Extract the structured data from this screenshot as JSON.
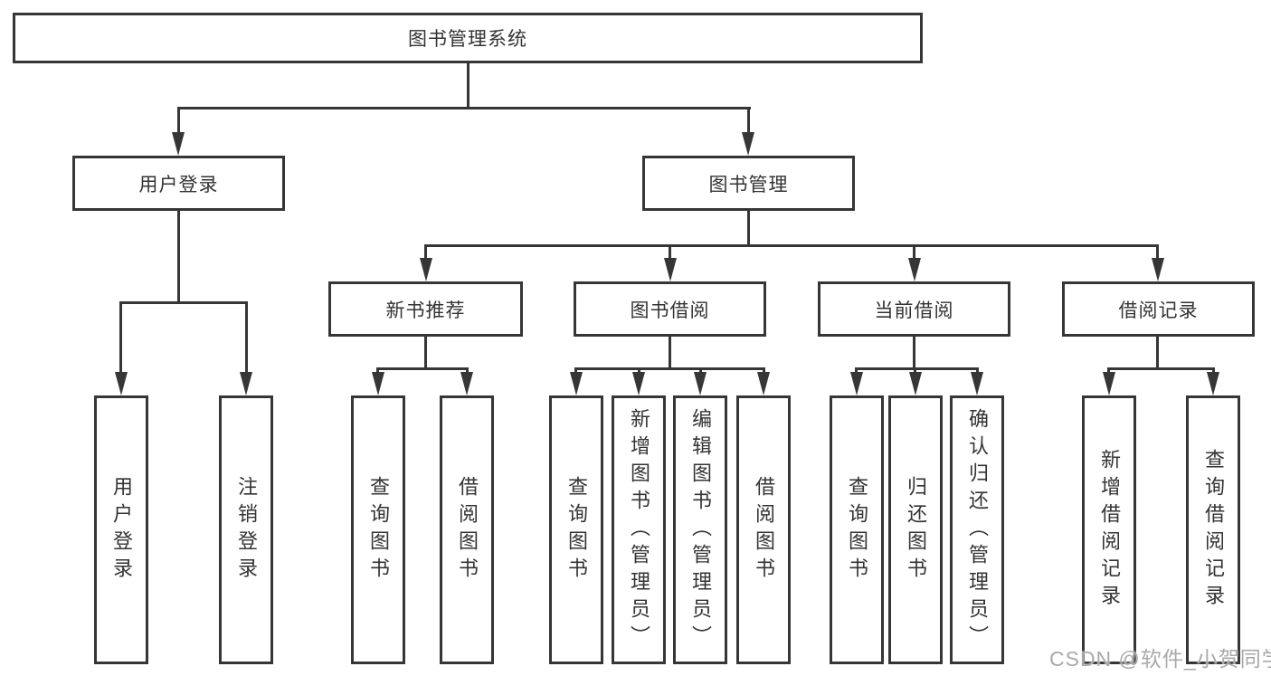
{
  "root": {
    "label": "图书管理系统",
    "children": [
      {
        "label": "用户登录",
        "children": [
          {
            "label": "用户登录"
          },
          {
            "label": "注销登录"
          }
        ]
      },
      {
        "label": "图书管理",
        "children": [
          {
            "label": "新书推荐",
            "children": [
              {
                "label": "查询图书"
              },
              {
                "label": "借阅图书"
              }
            ]
          },
          {
            "label": "图书借阅",
            "children": [
              {
                "label": "查询图书"
              },
              {
                "label": "新增图书（管理员）"
              },
              {
                "label": "编辑图书（管理员）"
              },
              {
                "label": "借阅图书"
              }
            ]
          },
          {
            "label": "当前借阅",
            "children": [
              {
                "label": "查询图书"
              },
              {
                "label": "归还图书"
              },
              {
                "label": "确认归还（管理员）"
              }
            ]
          },
          {
            "label": "借阅记录",
            "children": [
              {
                "label": "新增借阅记录"
              },
              {
                "label": "查询借阅记录"
              }
            ]
          }
        ]
      }
    ]
  },
  "watermark": "CSDN @软件_小贺同学",
  "colors": {
    "line": "#363636",
    "text": "#333333",
    "background": "#ffffff",
    "watermark": "#a9a9a9"
  }
}
